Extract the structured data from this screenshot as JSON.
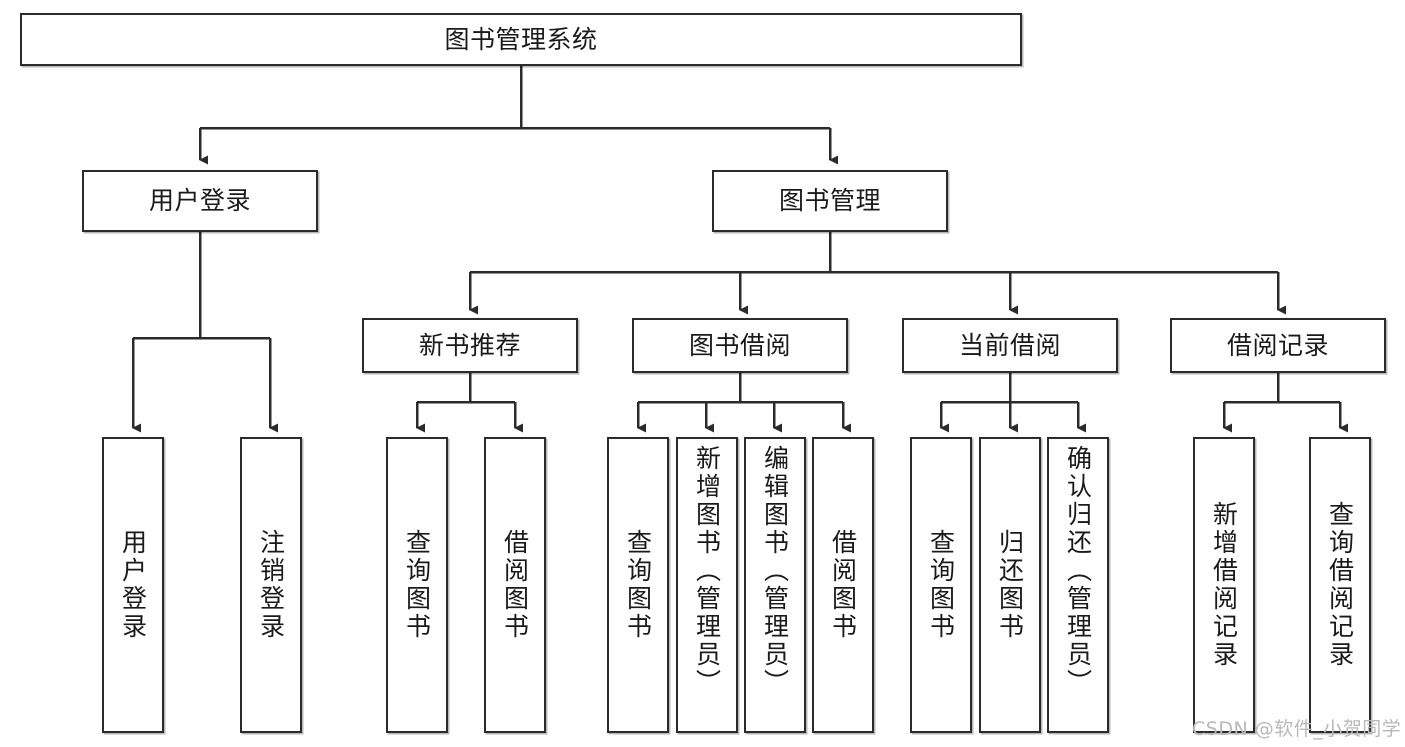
{
  "diagram": {
    "title": "图书管理系统",
    "type": "tree",
    "watermark": "CSDN @软件_小贺同学",
    "colors": {
      "box_border": "#2b2b2b",
      "box_fill": "#ffffff",
      "edge": "#2b2b2b",
      "text": "#1a1a1a",
      "watermark": "#b9b9b9"
    },
    "nodes": {
      "root": {
        "label": "图书管理系统",
        "level": 1
      },
      "user_login": {
        "label": "用户登录",
        "level": 2
      },
      "book_manage": {
        "label": "图书管理",
        "level": 2
      },
      "new_book_rec": {
        "label": "新书推荐",
        "level": 3
      },
      "book_borrow": {
        "label": "图书借阅",
        "level": 3
      },
      "current_borrow": {
        "label": "当前借阅",
        "level": 3
      },
      "borrow_record": {
        "label": "借阅记录",
        "level": 3
      },
      "leaf_user_login": {
        "label": "用户登录",
        "level": 3
      },
      "leaf_user_logout": {
        "label": "注销登录",
        "level": 3
      },
      "leaf_query_book_1": {
        "label": "查询图书",
        "level": 4
      },
      "leaf_borrow_book_1": {
        "label": "借阅图书",
        "level": 4
      },
      "leaf_query_book_2": {
        "label": "查询图书",
        "level": 4
      },
      "leaf_add_book": {
        "label": "新增图书（管理员）",
        "level": 4
      },
      "leaf_edit_book": {
        "label": "编辑图书（管理员）",
        "level": 4
      },
      "leaf_borrow_book_2": {
        "label": "借阅图书",
        "level": 4
      },
      "leaf_query_book_3": {
        "label": "查询图书",
        "level": 4
      },
      "leaf_return_book": {
        "label": "归还图书",
        "level": 4
      },
      "leaf_confirm_return": {
        "label": "确认归还（管理员）",
        "level": 4
      },
      "leaf_add_record": {
        "label": "新增借阅记录",
        "level": 4
      },
      "leaf_query_record": {
        "label": "查询借阅记录",
        "level": 4
      }
    },
    "edges": [
      {
        "from": "root",
        "to": "user_login"
      },
      {
        "from": "root",
        "to": "book_manage"
      },
      {
        "from": "user_login",
        "to": "leaf_user_login"
      },
      {
        "from": "user_login",
        "to": "leaf_user_logout"
      },
      {
        "from": "book_manage",
        "to": "new_book_rec"
      },
      {
        "from": "book_manage",
        "to": "book_borrow"
      },
      {
        "from": "book_manage",
        "to": "current_borrow"
      },
      {
        "from": "book_manage",
        "to": "borrow_record"
      },
      {
        "from": "new_book_rec",
        "to": "leaf_query_book_1"
      },
      {
        "from": "new_book_rec",
        "to": "leaf_borrow_book_1"
      },
      {
        "from": "book_borrow",
        "to": "leaf_query_book_2"
      },
      {
        "from": "book_borrow",
        "to": "leaf_add_book"
      },
      {
        "from": "book_borrow",
        "to": "leaf_edit_book"
      },
      {
        "from": "book_borrow",
        "to": "leaf_borrow_book_2"
      },
      {
        "from": "current_borrow",
        "to": "leaf_query_book_3"
      },
      {
        "from": "current_borrow",
        "to": "leaf_return_book"
      },
      {
        "from": "current_borrow",
        "to": "leaf_confirm_return"
      },
      {
        "from": "borrow_record",
        "to": "leaf_add_record"
      },
      {
        "from": "borrow_record",
        "to": "leaf_query_record"
      }
    ]
  }
}
